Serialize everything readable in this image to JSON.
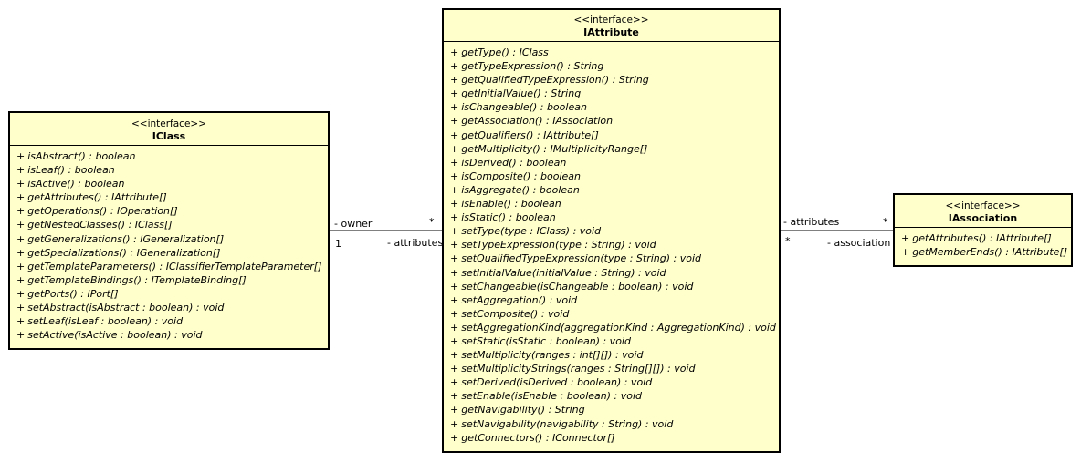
{
  "classes": {
    "iclass": {
      "stereotype": "<<interface>>",
      "name": "IClass",
      "operations": [
        "isAbstract() : boolean",
        "isLeaf() : boolean",
        "isActive() : boolean",
        "getAttributes() : IAttribute[]",
        "getOperations() : IOperation[]",
        "getNestedClasses() : IClass[]",
        "getGeneralizations() : IGeneralization[]",
        "getSpecializations() : IGeneralization[]",
        "getTemplateParameters() : IClassifierTemplateParameter[]",
        "getTemplateBindings() : ITemplateBinding[]",
        "getPorts() : IPort[]",
        "setAbstract(isAbstract : boolean) : void",
        "setLeaf(isLeaf : boolean) : void",
        "setActive(isActive : boolean) : void"
      ]
    },
    "iattribute": {
      "stereotype": "<<interface>>",
      "name": "IAttribute",
      "operations": [
        "getType() : IClass",
        "getTypeExpression() : String",
        "getQualifiedTypeExpression() : String",
        "getInitialValue() : String",
        "isChangeable() : boolean",
        "getAssociation() : IAssociation",
        "getQualifiers() : IAttribute[]",
        "getMultiplicity() : IMultiplicityRange[]",
        "isDerived() : boolean",
        "isComposite() : boolean",
        "isAggregate() : boolean",
        "isEnable() : boolean",
        "isStatic() : boolean",
        "setType(type : IClass) : void",
        "setTypeExpression(type : String) : void",
        "setQualifiedTypeExpression(type : String) : void",
        "setInitialValue(initialValue : String) : void",
        "setChangeable(isChangeable : boolean) : void",
        "setAggregation() : void",
        "setComposite() : void",
        "setAggregationKind(aggregationKind : AggregationKind) : void",
        "setStatic(isStatic : boolean) : void",
        "setMultiplicity(ranges : int[][]) : void",
        "setMultiplicityStrings(ranges : String[][]) : void",
        "setDerived(isDerived : boolean) : void",
        "setEnable(isEnable : boolean) : void",
        "getNavigability() : String",
        "setNavigability(navigability : String) : void",
        "getConnectors() : IConnector[]"
      ]
    },
    "iassociation": {
      "stereotype": "<<interface>>",
      "name": "IAssociation",
      "operations": [
        "getAttributes() : IAttribute[]",
        "getMemberEnds() : IAttribute[]"
      ]
    }
  },
  "visibility": "+",
  "associations": {
    "class_attribute": {
      "owner_role": "- owner",
      "owner_multiplicity": "1",
      "attributes_role": "- attributes",
      "attributes_multiplicity": "*"
    },
    "attribute_association": {
      "attributes_role": "- attributes",
      "attributes_multiplicity": "*",
      "association_role": "- association",
      "association_multiplicity": "*"
    }
  },
  "colors": {
    "class_fill": "#ffffcc",
    "border": "#000000"
  }
}
